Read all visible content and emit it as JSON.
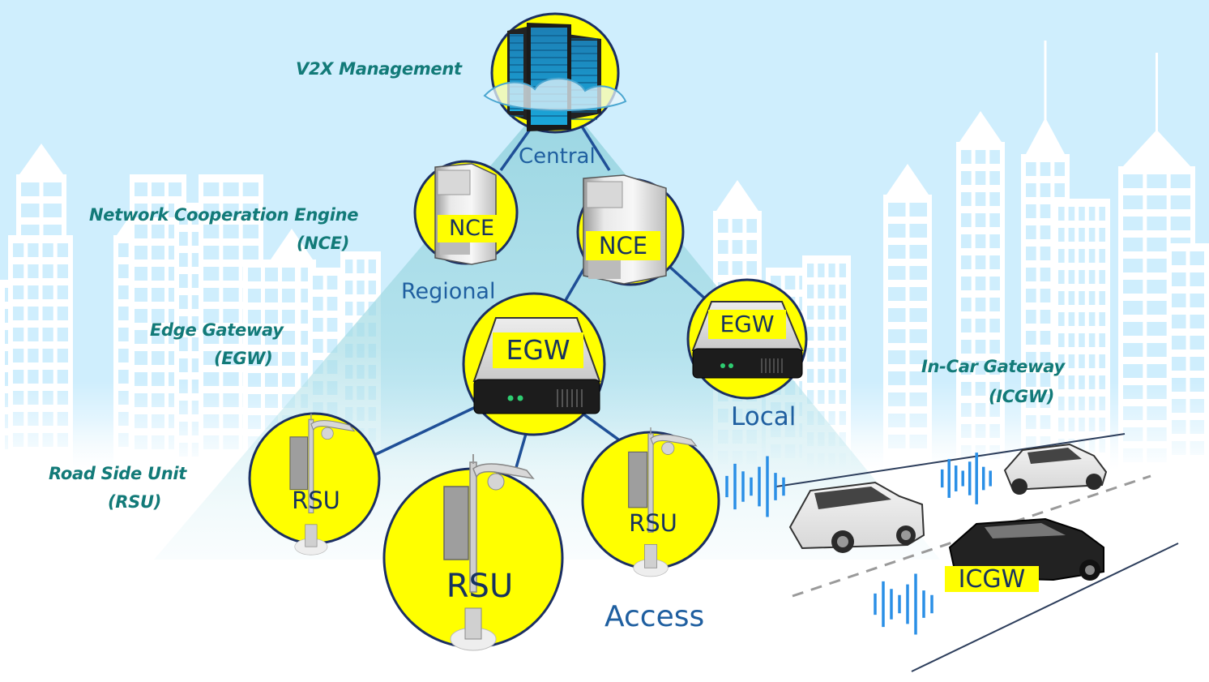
{
  "colors": {
    "sky": "#cfeefd",
    "building": "#ffffff",
    "window": "#cfeefd",
    "cone": "#9fd8e2",
    "node_fill": "#ffff00",
    "node_border": "#1b2f63",
    "link": "#1f4f97",
    "label_teal": "#127a78",
    "tier_blue": "#1f5fa0",
    "tag_text": "#16325f",
    "wave_blue": "#2a8fe6",
    "road_line": "#2d3e5c",
    "lane_dash": "#9a9a9a"
  },
  "side_labels": {
    "v2x": "V2X Management",
    "nce_line1": "Network Cooperation Engine",
    "nce_line2": "(NCE)",
    "egw_line1": "Edge Gateway",
    "egw_line2": "(EGW)",
    "rsu_line1": "Road Side Unit",
    "rsu_line2": "(RSU)",
    "icgw_line1": "In-Car Gateway",
    "icgw_line2": "(ICGW)"
  },
  "tiers": {
    "central": "Central",
    "regional": "Regional",
    "local": "Local",
    "access": "Access"
  },
  "nodes": {
    "v2x_icon": "server-rack-cloud-icon",
    "nce_left": "NCE",
    "nce_right": "NCE",
    "egw_main": "EGW",
    "egw_local": "EGW",
    "rsu_left": "RSU",
    "rsu_center": "RSU",
    "rsu_right": "RSU",
    "icgw": "ICGW"
  },
  "icons": {
    "nce": "tower-server-icon",
    "egw": "gateway-box-icon",
    "rsu": "street-pole-rsu-icon",
    "wave": "signal-wave-icon",
    "car": "car-icon"
  }
}
